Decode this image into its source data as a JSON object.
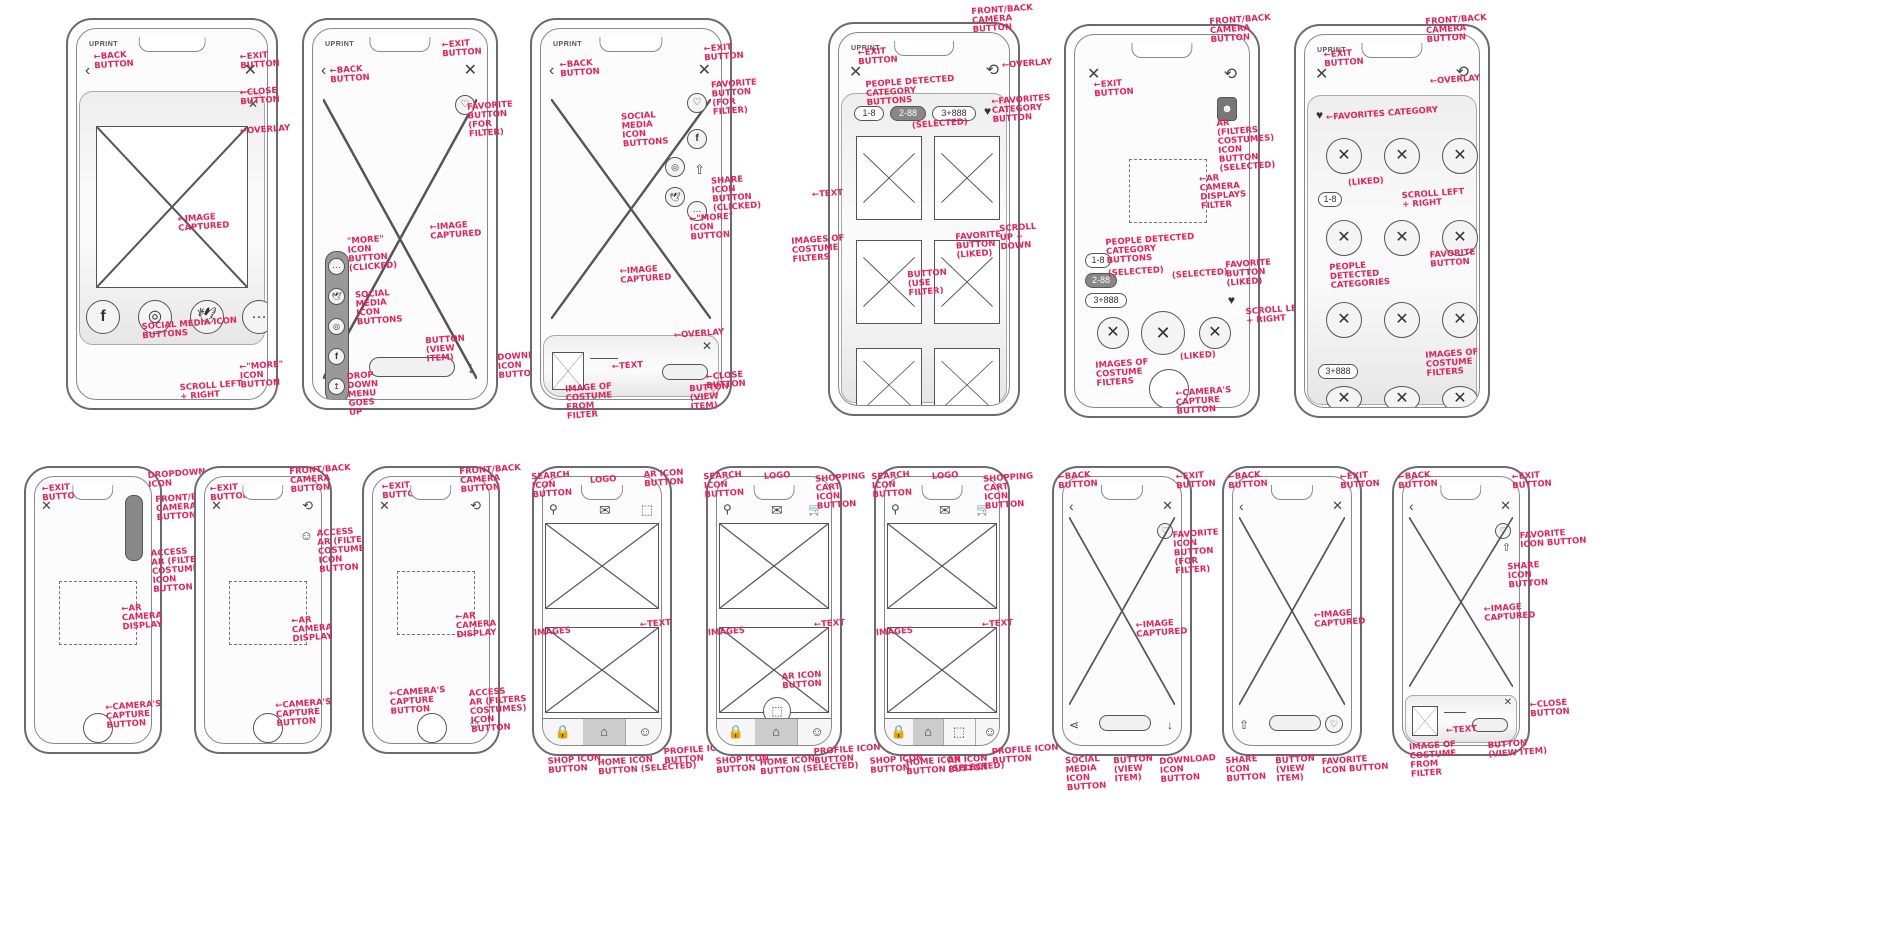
{
  "logo": "UPRINT",
  "colors": {
    "annotation": "#e2245a",
    "sketch": "#555555",
    "background": "#ffffff"
  },
  "icons": {
    "close": "close-icon",
    "back": "back-arrow-icon",
    "heart": "heart-icon",
    "flip": "front-back-camera-icon",
    "mask": "costume-mask-icon",
    "more": "more-dots-icon",
    "download": "download-arrow-icon",
    "share": "share-icon",
    "search": "search-icon",
    "cart": "shop-cart-icon",
    "cube": "ar-cube-icon",
    "lock": "shop-bag-icon",
    "home": "home-icon",
    "profile": "profile-icon",
    "facebook": "facebook-icon",
    "instagram": "instagram-icon",
    "twitter": "twitter-icon"
  },
  "categories": {
    "c1": "1-8",
    "c2": "2-88",
    "c3": "3+888"
  },
  "annotations": {
    "back_button": "←BACK\nBUTTON",
    "exit_button": "←EXIT\nBUTTON",
    "close_button": "←CLOSE\nBUTTON",
    "overlay": "←OVERLAY",
    "image_captured": "←IMAGE\nCAPTURED",
    "social_media_icon_buttons": "SOCIAL MEDIA ICON\nBUTTONS",
    "more_icon_button": "←\"MORE\"\nICON\nBUTTON",
    "scroll_left_right": "SCROLL LEFT\n+ RIGHT",
    "favorite_button_for_filter": "FAVORITE\nBUTTON\n(FOR\nFILTER)",
    "more_icon_button_clicked": "\"MORE\"\nICON\nBUTTON\n(CLICKED)",
    "social_media_icon_buttons_v": "SOCIAL\nMEDIA\nICON\nBUTTONS",
    "button_view_item": "BUTTON\n(VIEW\nITEM)",
    "download_icon_button": "DOWNLOAD\nICON\nBUTTON",
    "drop_down_menu_goes_up": "DROP\nDOWN\nMENU\nGOES\nUP",
    "share_icon_button_clicked": "SHARE\nICON\nBUTTON\n(CLICKED)",
    "text": "←TEXT",
    "image_of_costume_from_filter": "IMAGE OF\nCOSTUME\nFROM\nFILTER",
    "front_back_camera_button": "FRONT/BACK\nCAMERA\nBUTTON",
    "people_detected_category_buttons": "PEOPLE DETECTED\nCATEGORY\nBUTTONS",
    "selected": "(SELECTED)",
    "favorites_category_button": "←FAVORITES\nCATEGORY\nBUTTON",
    "images_of_costume_filters": "IMAGES OF\nCOSTUME\nFILTERS",
    "favorite_button_liked": "FAVORITE\nBUTTON\n(LIKED)",
    "button_use_filter": "BUTTON\n(USE\nFILTER)",
    "scroll_up_down": "SCROLL\nUP +\nDOWN",
    "ar_filters_costumes_icon_button_selected": "AR\n(FILTERS\nCOSTUMES)\nICON\nBUTTON\n(SELECTED)",
    "ar_camera_displays_filter": "←AR\nCAMERA\nDISPLAYS\nFILTER",
    "liked": "(LIKED)",
    "cameras_capture_button": "←CAMERA'S\nCAPTURE\nBUTTON",
    "favorites_category": "←FAVORITES CATEGORY",
    "favorite_button": "FAVORITE\nBUTTON",
    "people_detected_categories": "PEOPLE\nDETECTED\nCATEGORIES",
    "dropdown_icon": "DROPDOWN\nICON",
    "access_ar_filters_costumes_icon_button": "ACCESS\nAR (FILTERS\nCOSTUMES)\nICON\nBUTTON",
    "ar_camera_display": "←AR\nCAMERA\nDISPLAY",
    "search_icon_button": "SEARCH\nICON\nBUTTON",
    "logo": "LOGO",
    "ar_icon_button": "AR ICON\nBUTTON",
    "shopping_cart_icon_button": "SHOPPING\nCART\nICON\nBUTTON",
    "images": "IMAGES",
    "shop_icon_button": "SHOP ICON\nBUTTON",
    "home_icon_button_selected": "HOME ICON\nBUTTON (SELECTED)",
    "profile_icon_button": "PROFILE ICON\nBUTTON",
    "social_media_icon_button": "SOCIAL\nMEDIA\nICON\nBUTTON",
    "share_icon_button": "SHARE\nICON\nBUTTON",
    "favorite_icon_button_for_filter": "FAVORITE\nICON\nBUTTON\n(FOR\nFILTER)",
    "favorite_icon_button": "FAVORITE\nICON BUTTON",
    "button_view_item_2": "BUTTON\n(VIEW ITEM)"
  }
}
